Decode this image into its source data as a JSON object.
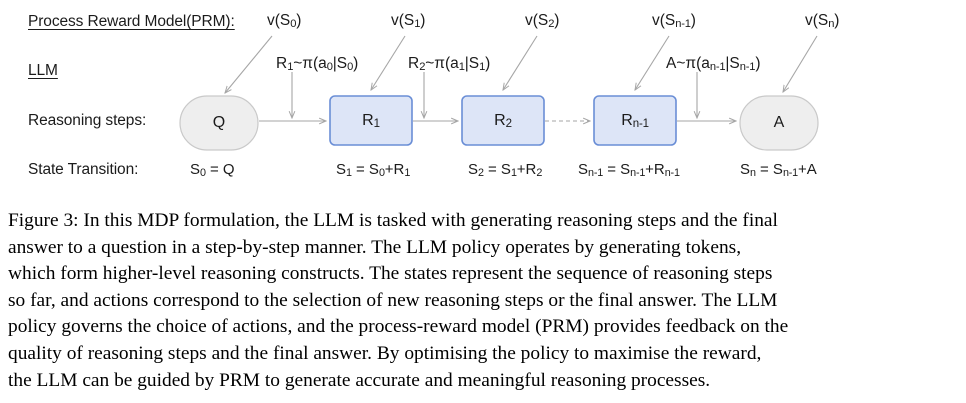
{
  "figure": {
    "row_labels": [
      {
        "id": "prm",
        "text": "Process Reward Model(PRM):",
        "underlined": true
      },
      {
        "id": "llm",
        "text": "LLM",
        "underlined": true
      },
      {
        "id": "reasoning-steps",
        "text": "Reasoning steps:",
        "underlined": false
      },
      {
        "id": "state-transition",
        "text": "State Transition:",
        "underlined": false
      }
    ],
    "value_labels": [
      {
        "id": "v-s0",
        "base": "v(S",
        "sub": "0",
        "tail": ")"
      },
      {
        "id": "v-s1",
        "base": "v(S",
        "sub": "1",
        "tail": ")"
      },
      {
        "id": "v-s2",
        "base": "v(S",
        "sub": "2",
        "tail": ")"
      },
      {
        "id": "v-sn-1",
        "base": "v(S",
        "sub": "n-1",
        "tail": ")"
      },
      {
        "id": "v-sn",
        "base": "v(S",
        "sub": "n",
        "tail": ")"
      }
    ],
    "value_labels_plain": [
      "v(S0)",
      "v(S1)",
      "v(S2)",
      "v(Sn-1)",
      "v(Sn)"
    ],
    "action_labels": [
      {
        "id": "a-r1",
        "head": "R",
        "head_sub": "1",
        "mid": "~π(a",
        "mid_sub": "0",
        "bar": "|S",
        "bar_sub": "0",
        "tail": ")"
      },
      {
        "id": "a-r2",
        "head": "R",
        "head_sub": "2",
        "mid": "~π(a",
        "mid_sub": "1",
        "bar": "|S",
        "bar_sub": "1",
        "tail": ")"
      },
      {
        "id": "a-a",
        "head": "A",
        "head_sub": "",
        "mid": "~π(a",
        "mid_sub": "n-1",
        "bar": "|S",
        "bar_sub": "n-1",
        "tail": ")"
      }
    ],
    "action_labels_plain": [
      "R1~π(a0|S0)",
      "R2~π(a1|S1)",
      "A~π(an-1|Sn-1)"
    ],
    "nodes": [
      {
        "id": "node-q",
        "label": "Q",
        "shape": "stadium",
        "fill": "#eeeeee",
        "stroke": "#c9c9c9"
      },
      {
        "id": "node-r1",
        "label": "R",
        "label_sub": "1",
        "shape": "rounded-rect",
        "fill": "#dde5f7",
        "stroke": "#6a8ed6"
      },
      {
        "id": "node-r2",
        "label": "R",
        "label_sub": "2",
        "shape": "rounded-rect",
        "fill": "#dde5f7",
        "stroke": "#6a8ed6"
      },
      {
        "id": "node-rn-1",
        "label": "R",
        "label_sub": "n-1",
        "shape": "rounded-rect",
        "fill": "#dde5f7",
        "stroke": "#6a8ed6"
      },
      {
        "id": "node-a",
        "label": "A",
        "shape": "stadium",
        "fill": "#eeeeee",
        "stroke": "#c9c9c9"
      }
    ],
    "nodes_plain": [
      "Q",
      "R1",
      "R2",
      "Rn-1",
      "A"
    ],
    "state_equations": [
      {
        "id": "s0",
        "a": "S",
        "a_sub": "0",
        "mid": " = Q",
        "b": "",
        "b_sub": "",
        "tail": ""
      },
      {
        "id": "s1",
        "a": "S",
        "a_sub": "1",
        "mid": " = S",
        "b": "0",
        "b_sub": "0",
        "tail": "+R",
        "tail_sub": "1"
      },
      {
        "id": "s2",
        "a": "S",
        "a_sub": "2",
        "mid": " = S",
        "b_sub": "1",
        "tail": "+R",
        "tail_sub": "2"
      },
      {
        "id": "sn-1",
        "a": "S",
        "a_sub": "n-1",
        "mid": " = S",
        "b_sub": "n-1",
        "tail": "+R",
        "tail_sub": "n-1"
      },
      {
        "id": "sn",
        "a": "S",
        "a_sub": "n",
        "mid": " = S",
        "b_sub": "n-1",
        "tail": "+A",
        "tail_sub": ""
      }
    ],
    "state_equations_plain": [
      "S0 = Q",
      "S1 = S0+R1",
      "S2 = S1+R2",
      "Sn-1 = Sn-1+Rn-1",
      "Sn = Sn-1+A"
    ],
    "colors": {
      "box_fill": "#dde5f7",
      "box_stroke": "#6a8ed6",
      "ellipse_fill": "#eeeeee",
      "ellipse_stroke": "#c9c9c9",
      "arrow": "#a6a6a6",
      "text": "#1b1b1b"
    }
  },
  "caption": {
    "lines": [
      "Figure 3: In this MDP formulation, the LLM is tasked with generating reasoning steps and the final",
      "answer to a question in a step-by-step manner.  The LLM policy operates by generating tokens,",
      "which form higher-level reasoning constructs. The states represent the sequence of reasoning steps",
      "so far, and actions correspond to the selection of new reasoning steps or the final answer. The LLM",
      "policy governs the choice of actions, and the process-reward model (PRM) provides feedback on the",
      "quality of reasoning steps and the final answer.  By optimising the policy to maximise the reward,",
      "the LLM can be guided by PRM to generate accurate and meaningful reasoning processes."
    ],
    "figure_number": "Figure 3:",
    "full_text": "Figure 3: In this MDP formulation, the LLM is tasked with generating reasoning steps and the final answer to a question in a step-by-step manner. The LLM policy operates by generating tokens, which form higher-level reasoning constructs. The states represent the sequence of reasoning steps so far, and actions correspond to the selection of new reasoning steps or the final answer. The LLM policy governs the choice of actions, and the process-reward model (PRM) provides feedback on the quality of reasoning steps and the final answer. By optimising the policy to maximise the reward, the LLM can be guided by PRM to generate accurate and meaningful reasoning processes."
  }
}
